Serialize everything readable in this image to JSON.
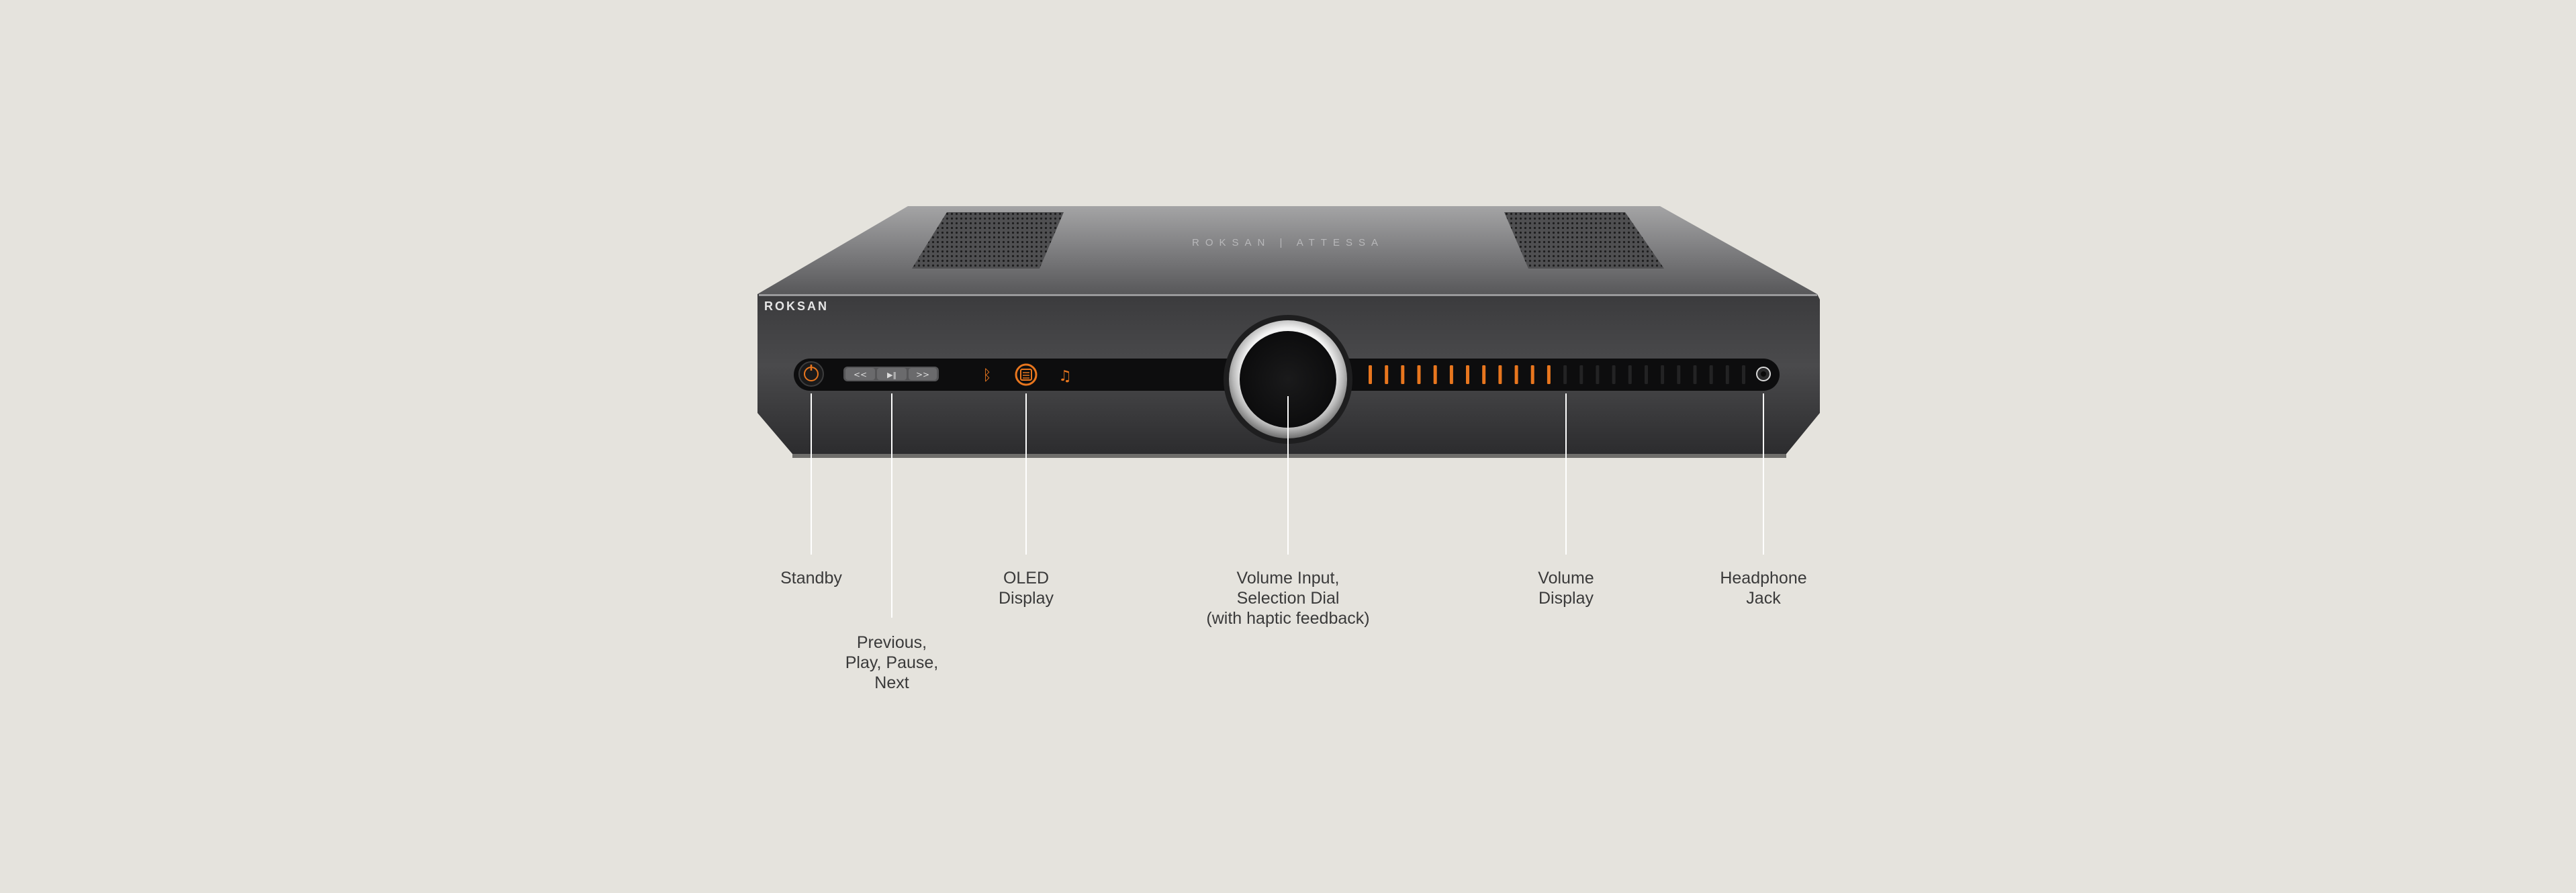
{
  "product": {
    "brand_front": "ROKSAN",
    "brand_top": "ROKSAN | ATTESSA",
    "volume_level_fraction": 0.52
  },
  "callouts": [
    {
      "id": "standby",
      "label": "Standby"
    },
    {
      "id": "transport",
      "label": "Previous,\nPlay, Pause,\nNext"
    },
    {
      "id": "oled",
      "label": "OLED\nDisplay"
    },
    {
      "id": "dial",
      "label": "Volume Input,\nSelection Dial\n(with haptic feedback)"
    },
    {
      "id": "volume",
      "label": "Volume\nDisplay"
    },
    {
      "id": "headphone",
      "label": "Headphone\nJack"
    }
  ],
  "colors": {
    "background": "#e5e3dd",
    "accent_orange": "#e8761e",
    "body_dark": "#2b2b2c",
    "leader_line": "#ffffff"
  }
}
